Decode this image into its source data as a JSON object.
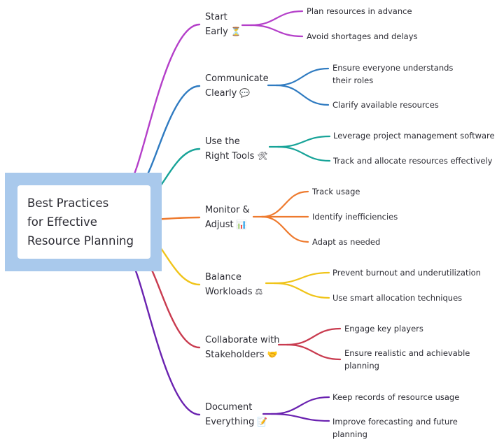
{
  "root": {
    "lines": [
      "Best Practices",
      "for Effective",
      "Resource Planning"
    ]
  },
  "branches": [
    {
      "lines": [
        "Start",
        "Early"
      ],
      "emoji": "⏳",
      "icon": "hourglass-icon",
      "color": "#b43fc9",
      "leaves": [
        {
          "lines": [
            "Plan resources in advance"
          ]
        },
        {
          "lines": [
            "Avoid shortages and delays"
          ]
        }
      ]
    },
    {
      "lines": [
        "Communicate",
        "Clearly"
      ],
      "emoji": "💬",
      "icon": "speech-bubble-icon",
      "color": "#2f7bc1",
      "leaves": [
        {
          "lines": [
            "Ensure everyone understands",
            "their roles"
          ]
        },
        {
          "lines": [
            "Clarify available resources"
          ]
        }
      ]
    },
    {
      "lines": [
        "Use the",
        "Right Tools"
      ],
      "emoji": "🛠",
      "icon": "tools-icon",
      "color": "#17a398",
      "leaves": [
        {
          "lines": [
            "Leverage project management software"
          ]
        },
        {
          "lines": [
            "Track and allocate resources effectively"
          ]
        }
      ]
    },
    {
      "lines": [
        "Monitor &",
        "Adjust"
      ],
      "emoji": "📊",
      "icon": "bar-chart-icon",
      "color": "#ee7a2e",
      "leaves": [
        {
          "lines": [
            "Track usage"
          ]
        },
        {
          "lines": [
            "Identify inefficiencies"
          ]
        },
        {
          "lines": [
            "Adapt as needed"
          ]
        }
      ]
    },
    {
      "lines": [
        "Balance",
        "Workloads"
      ],
      "emoji": "⚖",
      "icon": "balance-scale-icon",
      "color": "#f0c419",
      "leaves": [
        {
          "lines": [
            "Prevent burnout and underutilization"
          ]
        },
        {
          "lines": [
            "Use smart allocation techniques"
          ]
        }
      ]
    },
    {
      "lines": [
        "Collaborate with",
        "Stakeholders"
      ],
      "emoji": "🤝",
      "icon": "handshake-icon",
      "color": "#c93b4f",
      "leaves": [
        {
          "lines": [
            "Engage key players"
          ]
        },
        {
          "lines": [
            "Ensure realistic and achievable",
            "planning"
          ]
        }
      ]
    },
    {
      "lines": [
        "Document",
        "Everything"
      ],
      "emoji": "📝",
      "icon": "memo-icon",
      "color": "#6a22b0",
      "leaves": [
        {
          "lines": [
            "Keep records of resource usage"
          ]
        },
        {
          "lines": [
            "Improve forecasting and future",
            "planning"
          ]
        }
      ]
    }
  ]
}
